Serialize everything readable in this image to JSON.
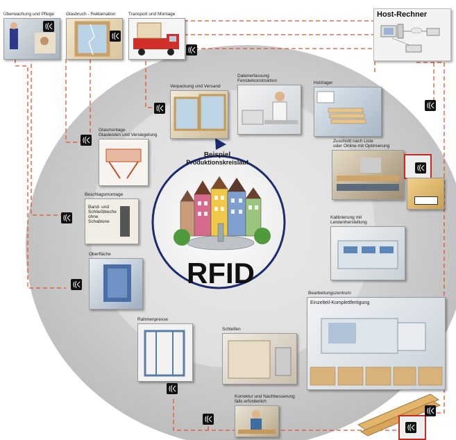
{
  "host": {
    "title": "Host-Rechner"
  },
  "center": {
    "line1": "Beispiel",
    "line2": "Produktionskreislauf",
    "rfid": "RFID"
  },
  "stations": {
    "monitoring": "Überwachung und Pflege",
    "glass_break": "Glasbruch - Reklamation",
    "transport": "Transport und Montage",
    "packaging": "Verpackung und Versand",
    "data_entry_1": "Datenerfassung",
    "data_entry_2": "Fensterkonstruktion",
    "wood_storage": "Holzlager",
    "glass_mounting_1": "Glasmontage",
    "glass_mounting_2": "Glasleisten und Versiegelung",
    "cutting_1": "Zuschnitt nach Liste",
    "cutting_2": "oder Online mit Optimierung",
    "hardware_mounting": "Beschlagsmontage",
    "hardware_note_1": "Band- und",
    "hardware_note_2": "Schließbleche",
    "hardware_note_3": "ohne",
    "hardware_note_4": "Schablone",
    "calibration_1": "Kalibrierung mit",
    "calibration_2": "Leistenherstellung",
    "surface": "Oberfläche",
    "machining_center": "Bearbeitungszentrum",
    "single_part": "Einzelteil-Komplettfertigung",
    "frame_press": "Rahmenpresse",
    "sanding": "Schleifen",
    "correction_1": "Korrektur und Nachbesserung",
    "correction_2": "falls erforderlich"
  },
  "colors": {
    "dashed_line": "#e2502a",
    "arrow": "#1a2b6e",
    "disc": "#c9c9c9",
    "tag": "#111111"
  }
}
